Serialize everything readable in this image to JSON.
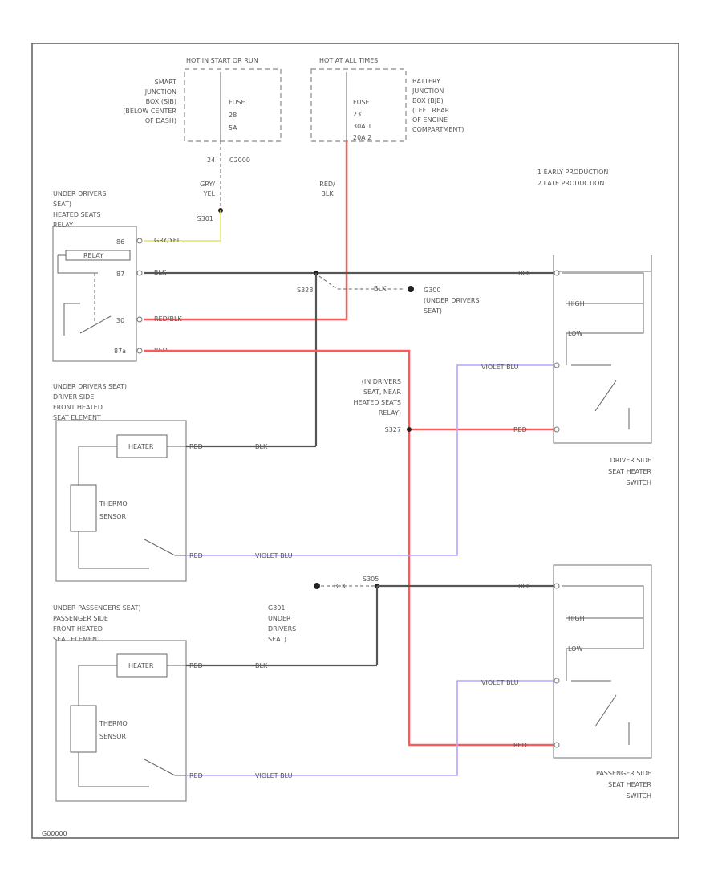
{
  "diagram": {
    "frame_code": "G00000",
    "fuse_box_left": {
      "header": "HOT IN START OR RUN",
      "location": [
        "SMART",
        "JUNCTION",
        "BOX (SJB)",
        "(BELOW CENTER",
        "OF DASH)"
      ],
      "fuse": [
        "FUSE",
        "28",
        "5A"
      ]
    },
    "fuse_box_right": {
      "header": "HOT AT ALL TIMES",
      "location": [
        "BATTERY",
        "JUNCTION",
        "BOX (BJB)",
        "(LEFT REAR",
        "OF ENGINE",
        "COMPARTMENT)"
      ],
      "fuse": [
        "FUSE",
        "23",
        "30A 1",
        "20A 2"
      ]
    },
    "legend": [
      "1 EARLY PRODUCTION",
      "2 LATE PRODUCTION"
    ],
    "connector_c2000": "C2000",
    "wire_24": "24",
    "wire_gry_yel": [
      "GRY/",
      "YEL"
    ],
    "wire_red_blk": [
      "RED/",
      "BLK"
    ],
    "splice_s301": "S301",
    "splice_s328": "S328",
    "splice_s327": "S327",
    "splice_s305": "S305",
    "relay": {
      "label": [
        "UNDER DRIVERS",
        "SEAT)",
        "HEATED SEATS",
        "RELAY"
      ],
      "pins": [
        "86",
        "87",
        "30",
        "87a"
      ],
      "wires": [
        "GRY/YEL",
        "BLK",
        "RED/BLK",
        "RED"
      ],
      "coil": "RELAY"
    },
    "ground_g300": [
      "G300",
      "(UNDER DRIVERS",
      "SEAT)"
    ],
    "ground_g301": [
      "G301",
      "UNDER",
      "DRIVERS",
      "SEAT)"
    ],
    "blk_label": "BLK",
    "splice_s327_label": [
      "(IN DRIVERS",
      "SEAT, NEAR",
      "HEATED SEATS",
      "RELAY)"
    ],
    "driver_element": {
      "label": [
        "UNDER DRIVERS SEAT)",
        "DRIVER SIDE",
        "FRONT HEATED",
        "SEAT ELEMENT"
      ],
      "heater": "HEATER",
      "sensor": [
        "THERMO",
        "SENSOR"
      ],
      "wire_top": [
        "RED",
        "BLK"
      ],
      "wire_bottom": [
        "RED",
        "VIOLET BLU"
      ]
    },
    "passenger_element": {
      "label": [
        "UNDER PASSENGERS SEAT)",
        "PASSENGER SIDE",
        "FRONT HEATED",
        "SEAT ELEMENT"
      ],
      "heater": "HEATER",
      "sensor": [
        "THERMO",
        "SENSOR"
      ],
      "wire_top": [
        "RED",
        "BLK"
      ],
      "wire_bottom": [
        "RED",
        "VIOLET BLU"
      ]
    },
    "driver_switch": {
      "label": [
        "DRIVER SIDE",
        "SEAT HEATER",
        "SWITCH"
      ],
      "wires": [
        "BLK",
        "VIOLET BLU",
        "RED"
      ],
      "leds": [
        "HIGH",
        "LOW"
      ]
    },
    "passenger_switch": {
      "label": [
        "PASSENGER SIDE",
        "SEAT HEATER",
        "SWITCH"
      ],
      "wires": [
        "BLK",
        "VIOLET BLU",
        "RED"
      ],
      "leds": [
        "HIGH",
        "LOW"
      ]
    }
  }
}
